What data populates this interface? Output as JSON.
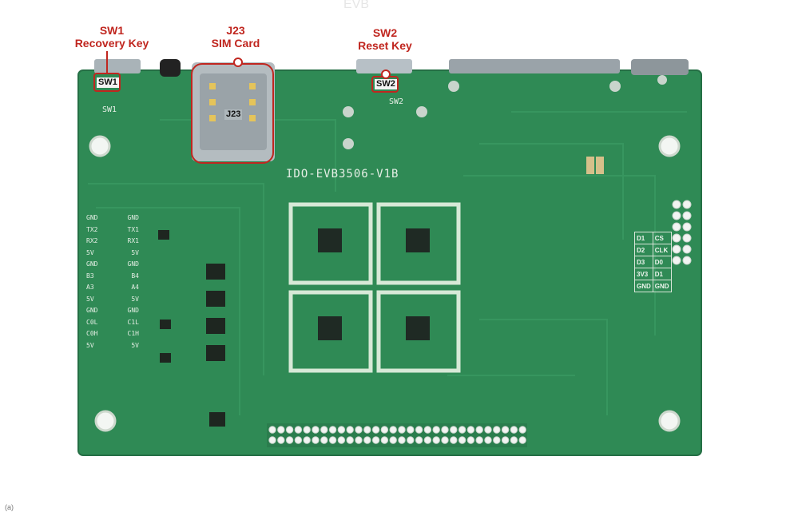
{
  "watermark": "EVB",
  "board": {
    "name": "IDO-EVB3506-V1B",
    "silk_sw1": "SW1",
    "silk_sw2": "SW2",
    "sim_label": "J23",
    "colors": {
      "pcb": "#2f8a55",
      "pcb_dark": "#23703f",
      "silk": "#e8f0e8",
      "highlight": "#c0261f"
    }
  },
  "callouts": {
    "sw1": {
      "title": "SW1",
      "subtitle": "Recovery Key",
      "tag": "SW1"
    },
    "j23": {
      "title": "J23",
      "subtitle": "SIM  Card",
      "tag": "J23"
    },
    "sw2": {
      "title": "SW2",
      "subtitle": "Reset Key",
      "tag": "SW2"
    }
  },
  "left_header_labels": [
    "GND",
    "GND",
    "TX2",
    "TX1",
    "RX2",
    "RX1",
    "5V",
    "5V",
    "GND",
    "GND",
    "B3",
    "B4",
    "A3",
    "A4",
    "5V",
    "5V",
    "GND",
    "GND",
    "C0L",
    "C1L",
    "C0H",
    "C1H",
    "5V",
    "5V"
  ],
  "spi_table": [
    [
      "D1",
      "CS"
    ],
    [
      "D2",
      "CLK"
    ],
    [
      "D3",
      "D0"
    ],
    [
      "3V3",
      "D1"
    ],
    [
      "GND",
      "GND"
    ]
  ],
  "footer": "(a)"
}
